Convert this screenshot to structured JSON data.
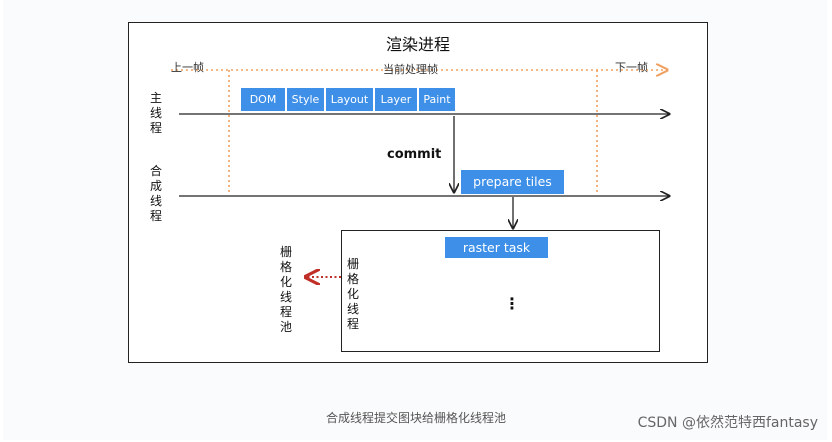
{
  "diagram": {
    "title": "渲染进程",
    "frame_labels": {
      "previous": "上一帧",
      "current": "当前处理帧",
      "next": "下一帧"
    },
    "thread_labels": {
      "main": "主线程",
      "compositor": "合成线程",
      "raster": "栅格化线程"
    },
    "stages": [
      "DOM",
      "Style",
      "Layout",
      "Layer",
      "Paint"
    ],
    "commit": "commit",
    "prepare_tiles": "prepare tiles",
    "raster_task": "raster task",
    "ellipsis": "⋮",
    "pool_label": "栅格化线程池"
  },
  "caption": "合成线程提交图块给栅格化线程池",
  "watermark": "CSDN @依然范特西fantasy",
  "colors": {
    "accent_blue": "#3d8fe8",
    "dotted_orange": "#f0a060",
    "dotted_red": "#c03028"
  }
}
